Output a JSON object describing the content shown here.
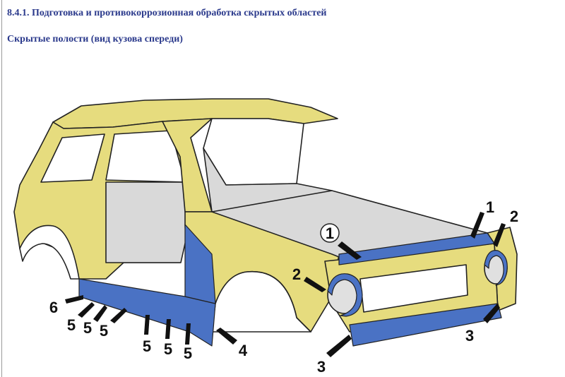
{
  "document": {
    "section_title": "8.4.1. Подготовка и противокоррозионная обработка скрытых областей",
    "figure_title": "Скрытые полости (вид кузова спереди)"
  },
  "figure": {
    "colors": {
      "body_yellow": "#e6dc7e",
      "body_yellow_shade": "#cfc45c",
      "cavity_blue": "#4a72c4",
      "interior_gray": "#d9d9d9",
      "outline": "#222222"
    },
    "callouts": [
      "1",
      "1",
      "2",
      "2",
      "3",
      "3",
      "4",
      "5",
      "5",
      "5",
      "5",
      "5",
      "5",
      "6"
    ]
  }
}
